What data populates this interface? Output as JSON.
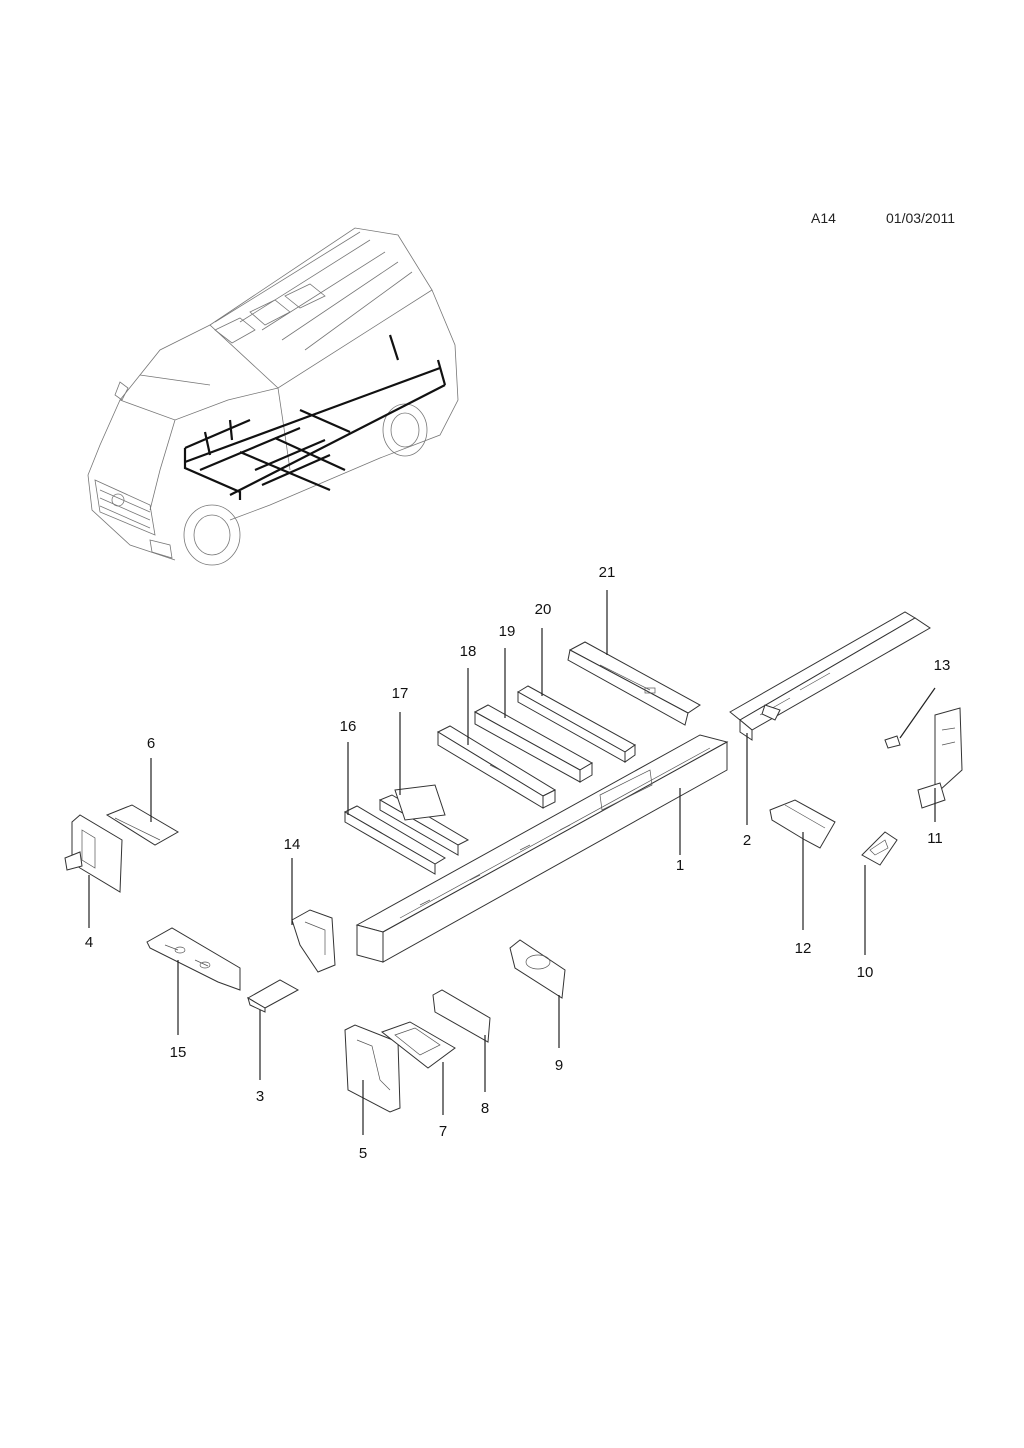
{
  "header": {
    "code": "A14",
    "date": "01/03/2011"
  },
  "callouts": [
    "1",
    "2",
    "3",
    "4",
    "5",
    "6",
    "7",
    "8",
    "9",
    "10",
    "11",
    "12",
    "13",
    "14",
    "15",
    "16",
    "17",
    "18",
    "19",
    "20",
    "21"
  ]
}
